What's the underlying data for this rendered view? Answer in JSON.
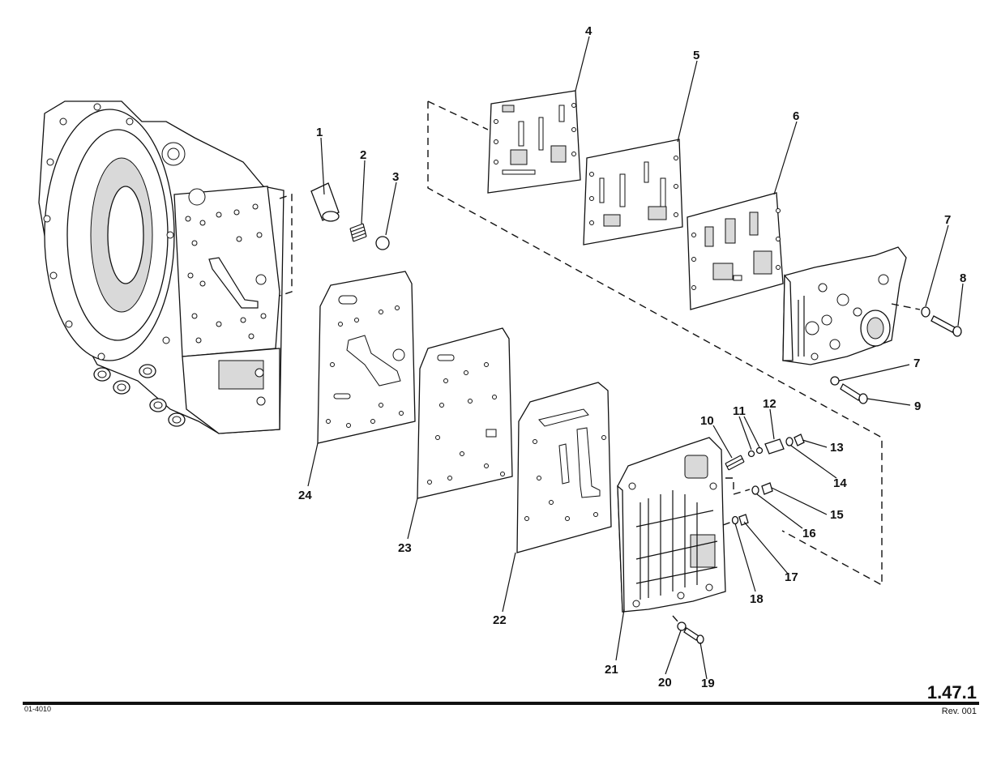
{
  "diagram": {
    "callouts": [
      "1",
      "2",
      "3",
      "4",
      "5",
      "6",
      "7",
      "8",
      "7",
      "9",
      "10",
      "11",
      "12",
      "13",
      "14",
      "15",
      "16",
      "17",
      "18",
      "19",
      "20",
      "21",
      "22",
      "23",
      "24"
    ]
  },
  "footer": {
    "drawing_code": "01-4010",
    "page_number": "1.47.1",
    "revision": "Rev. 001"
  }
}
